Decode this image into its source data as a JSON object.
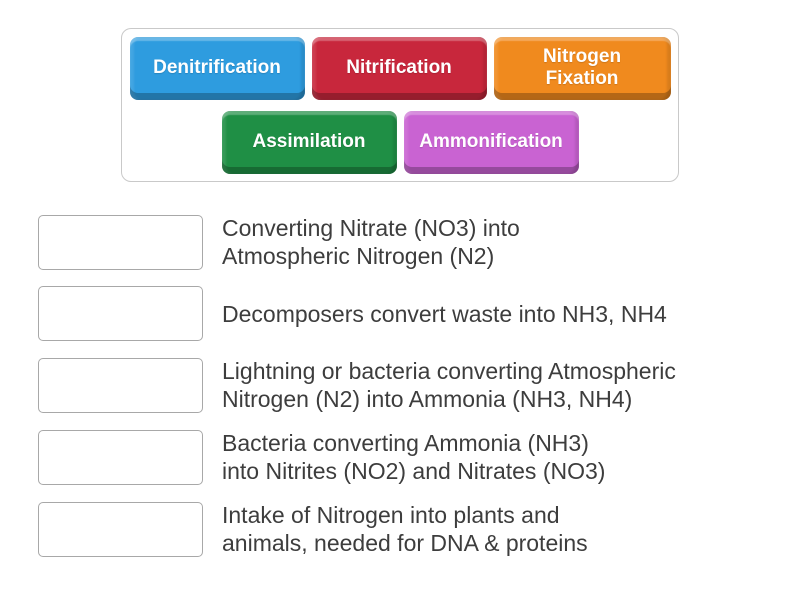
{
  "tray": {
    "tiles": [
      {
        "label": "Denitrification",
        "color": "#2E9CDF"
      },
      {
        "label": "Nitrification",
        "color": "#C8273C"
      },
      {
        "label": "Nitrogen Fixation",
        "color": "#F08A1E"
      },
      {
        "label": "Assimilation",
        "color": "#1F8F45"
      },
      {
        "label": "Ammonification",
        "color": "#C963D2"
      }
    ]
  },
  "rows": [
    {
      "line1": "Converting Nitrate (NO3) into",
      "line2": "Atmospheric Nitrogen (N2)"
    },
    {
      "line1": "Decomposers convert waste into NH3, NH4",
      "line2": ""
    },
    {
      "line1": "Lightning or bacteria converting Atmospheric",
      "line2": "Nitrogen (N2) into Ammonia (NH3, NH4)"
    },
    {
      "line1": "Bacteria converting Ammonia (NH3)",
      "line2": "into Nitrites (NO2) and Nitrates (NO3)"
    },
    {
      "line1": "Intake of Nitrogen into plants and",
      "line2": "animals, needed for DNA & proteins"
    }
  ],
  "colors": {
    "tray_border": "#c9c9c9",
    "drop_zone_border": "#a8a8a8",
    "definition_text": "#3d3d3d"
  }
}
